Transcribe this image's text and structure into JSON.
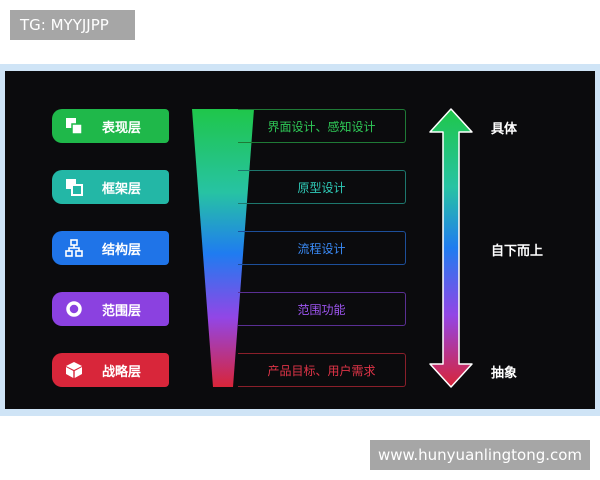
{
  "watermark_top": "TG: MYYJJPP",
  "watermark_bottom": "www.hunyuanlingtong.com",
  "layers": [
    {
      "label": "表现层",
      "detail": "界面设计、感知设计",
      "icon": "stacked-squares-icon",
      "color": "#1fb84a",
      "text_color": "#2fc957"
    },
    {
      "label": "框架层",
      "detail": "原型设计",
      "icon": "overlapping-squares-icon",
      "color": "#23b7a6",
      "text_color": "#2fcab7"
    },
    {
      "label": "结构层",
      "detail": "流程设计",
      "icon": "hierarchy-icon",
      "color": "#1f74e8",
      "text_color": "#3a8af5"
    },
    {
      "label": "范围层",
      "detail": "范围功能",
      "icon": "ring-icon",
      "color": "#8b41e0",
      "text_color": "#9d55f0"
    },
    {
      "label": "战略层",
      "detail": "产品目标、用户需求",
      "icon": "cube-icon",
      "color": "#d8263a",
      "text_color": "#e03448"
    }
  ],
  "axis": {
    "top": "具体",
    "middle": "自下而上",
    "bottom": "抽象"
  }
}
